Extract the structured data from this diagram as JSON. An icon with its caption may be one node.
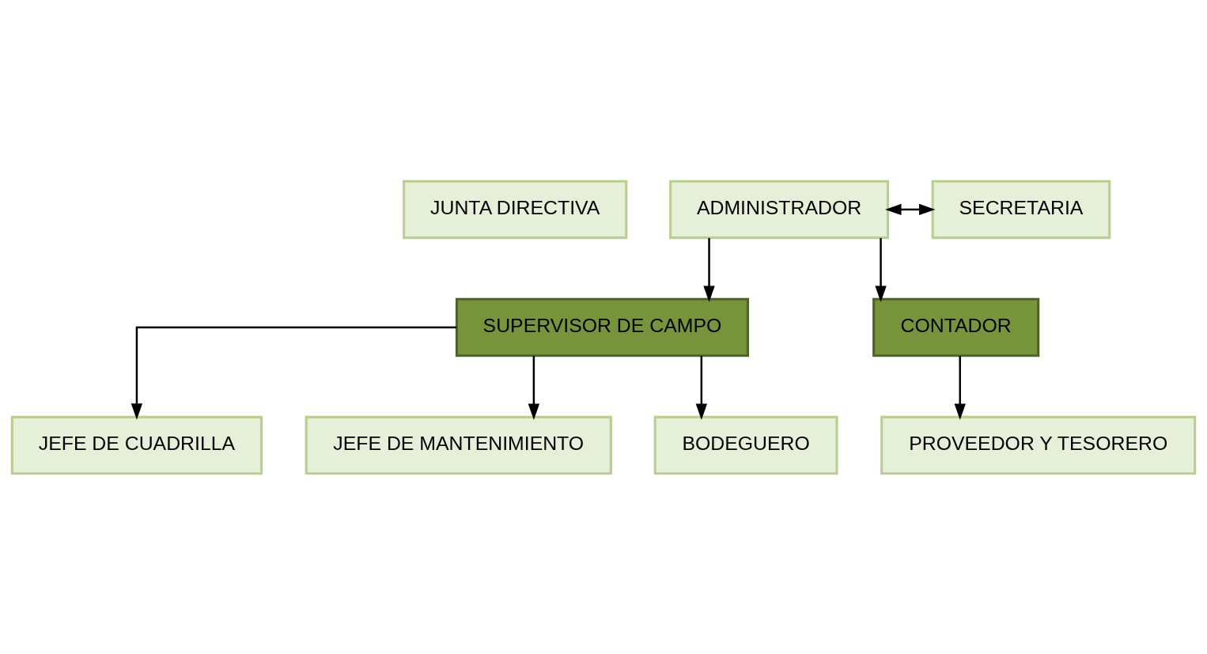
{
  "diagram": {
    "nodes": [
      {
        "text": [
          "JUNTA DIRECTIVA"
        ]
      },
      {
        "text": [
          "ADMINISTRADOR"
        ]
      },
      {
        "text": [
          "SECRETARIA"
        ]
      },
      {
        "text": [
          "SUPERVISOR DE CAMPO"
        ]
      },
      {
        "text": [
          "CONTADOR"
        ]
      },
      {
        "text": [
          "JEFE DE CUADRILLA"
        ]
      },
      {
        "text": [
          "JEFE DE MANTENIMIENTO"
        ]
      },
      {
        "text": [
          "BODEGUERO"
        ]
      },
      {
        "text": [
          "PROVEEDOR Y TESORERO"
        ]
      }
    ],
    "edges": [
      {
        "from": 1,
        "to": 2,
        "arrow": "both"
      },
      {
        "from": 1,
        "to": 3,
        "arrow": "to"
      },
      {
        "from": 1,
        "to": 4,
        "arrow": "to"
      },
      {
        "from": 3,
        "to": 5,
        "arrow": "to"
      },
      {
        "from": 3,
        "to": 6,
        "arrow": "to"
      },
      {
        "from": 3,
        "to": 7,
        "arrow": "to"
      },
      {
        "from": 4,
        "to": 8,
        "arrow": "to"
      }
    ]
  }
}
